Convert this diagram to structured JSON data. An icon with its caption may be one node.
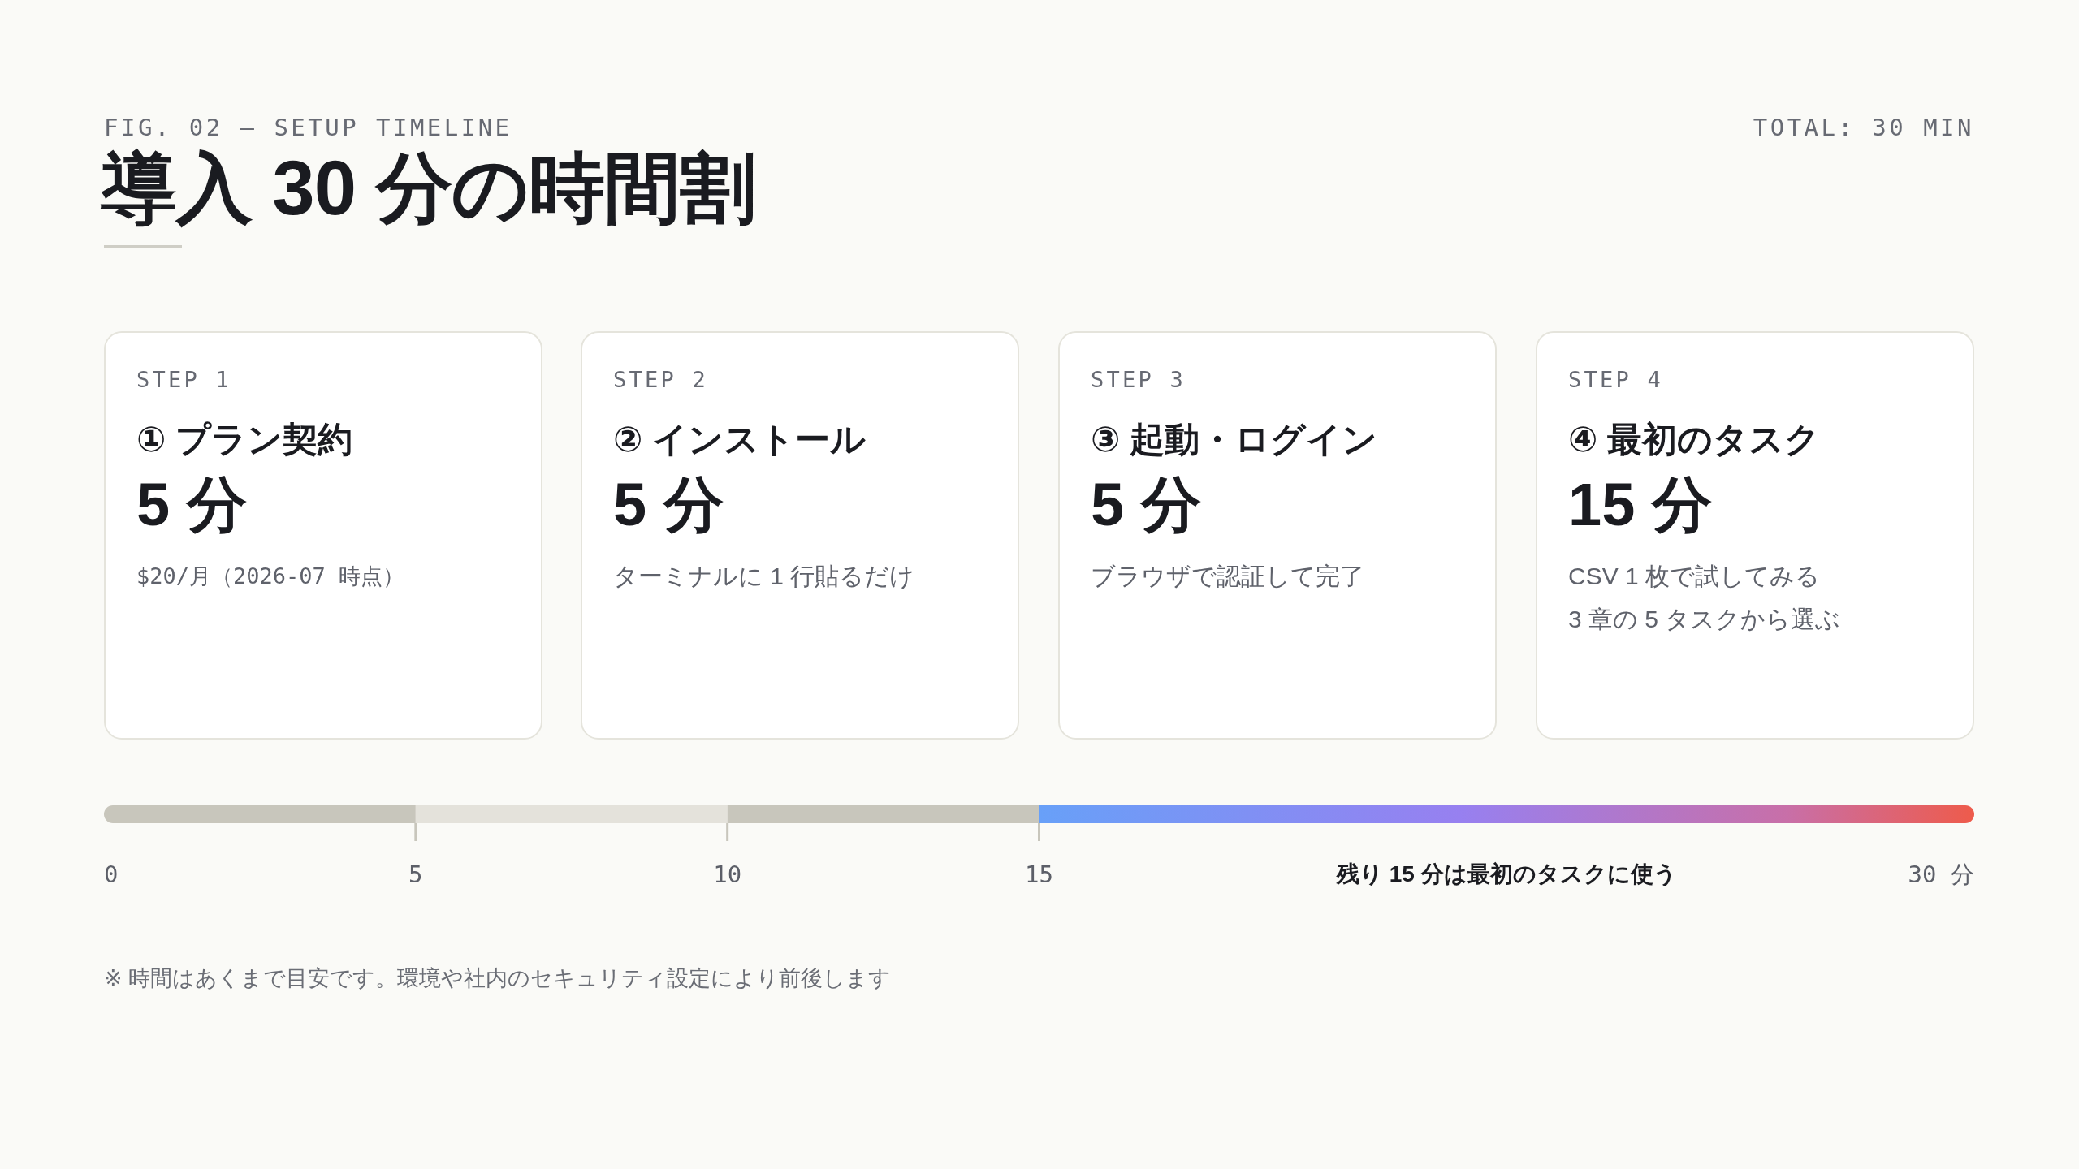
{
  "diagram": {
    "title": "導入 30 分の時間割",
    "nodes": [
      {
        "text": [
          "STEP 1",
          "① プラン契約",
          "5 分",
          "$20/月（2026-07 時点）"
        ]
      },
      {
        "text": [
          "STEP 2",
          "② インストール",
          "5 分",
          "ターミナルに 1 行貼るだけ"
        ]
      },
      {
        "text": [
          "STEP 3",
          "③ 起動・ログイン",
          "5 分",
          "ブラウザで認証して完了"
        ]
      },
      {
        "text": [
          "STEP 4",
          "④ 最初のタスク",
          "15 分",
          "CSV 1 枚で試してみる",
          "3 章の 5 タスクから選ぶ"
        ]
      }
    ],
    "labels": [
      "FIG. 02 — SETUP TIMELINE",
      "TOTAL: 30 MIN",
      "0",
      "5",
      "10",
      "15",
      "残り 15 分は最初のタスクに使う",
      "30 分",
      "※ 時間はあくまで目安です。環境や社内のセキュリティ設定により前後します"
    ]
  }
}
